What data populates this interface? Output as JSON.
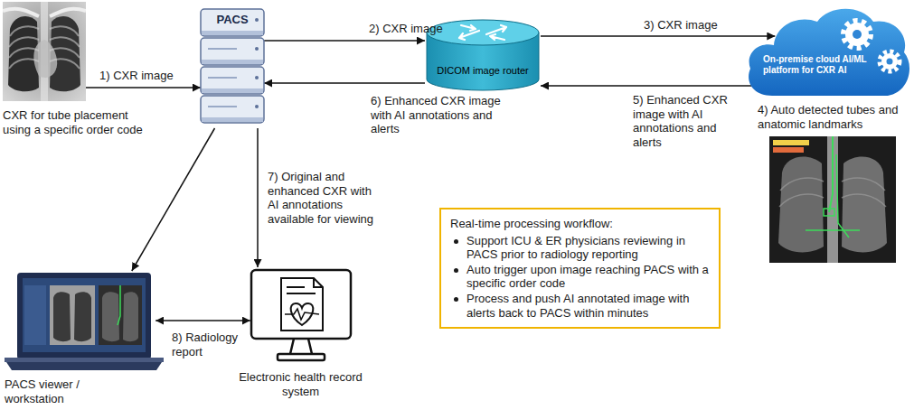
{
  "diagram": {
    "nodes": [
      {
        "text": [
          "CXR for tube placement using a specific order code"
        ]
      },
      {
        "text": [
          "PACS"
        ]
      },
      {
        "text": [
          "DICOM image router"
        ]
      },
      {
        "text": [
          "On-premise cloud AI/ML platform for CXR AI"
        ]
      },
      {
        "text": [
          "4) Auto detected tubes and anatomic landmarks"
        ]
      },
      {
        "text": [
          "Real-time processing workflow:",
          "Support ICU & ER physicians reviewing in PACS prior to radiology reporting",
          "Auto trigger upon image reaching PACS with a specific order code",
          "Process and push AI annotated image with alerts back to PACS within minutes"
        ]
      },
      {
        "text": [
          "PACS viewer / workstation"
        ]
      },
      {
        "text": [
          "Electronic health record system"
        ]
      }
    ],
    "edges": [
      {
        "from": 0,
        "to": 1,
        "arrow": "to",
        "label": "1) CXR image"
      },
      {
        "from": 1,
        "to": 2,
        "arrow": "to",
        "label": "2) CXR image"
      },
      {
        "from": 2,
        "to": 3,
        "arrow": "to",
        "label": "3) CXR image"
      },
      {
        "from": 3,
        "to": 2,
        "arrow": "to",
        "label": "5) Enhanced CXR image with AI annotations and alerts"
      },
      {
        "from": 2,
        "to": 1,
        "arrow": "to",
        "label": "6) Enhanced CXR image with AI annotations and alerts"
      },
      {
        "from": 1,
        "to": 6,
        "arrow": "to"
      },
      {
        "from": 1,
        "to": 7,
        "arrow": "to"
      },
      {
        "from": 6,
        "to": 7,
        "arrow": "both",
        "label": "8) Radiology report"
      }
    ],
    "labels": [
      "7) Original and enhanced CXR with AI annotations available for viewing"
    ]
  }
}
